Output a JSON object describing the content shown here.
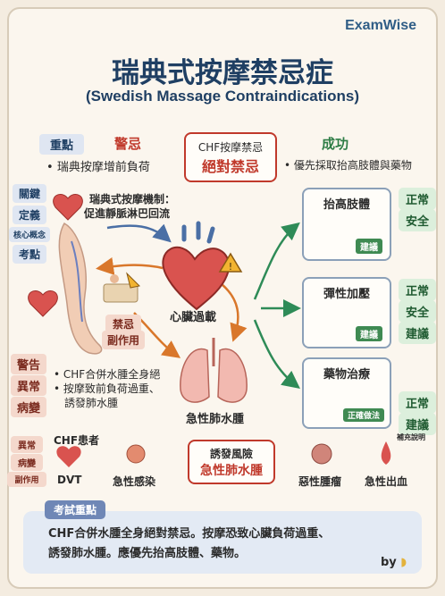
{
  "brand": "ExamWise",
  "title": "瑞典式按摩禁忌症",
  "subtitle": "(Swedish Massage Contraindications)",
  "top": {
    "key_point_tag": "重點",
    "warning_title": "警忌",
    "warning_item": "瑞典按摩增前負荷",
    "center_line1": "CHF按摩禁忌",
    "center_line2": "絕對禁忌",
    "success_title": "成功",
    "success_item": "優先採取抬高肢體與藥物"
  },
  "left_tags": [
    "關鍵",
    "定義",
    "核心概念",
    "考點"
  ],
  "mechanism": {
    "line1": "瑞典式按摩機制：",
    "line2": "促進靜脈淋巴回流"
  },
  "contra_tag": "禁忌",
  "side_tag": "副作用",
  "heart_label": "心臟過載",
  "lung_label": "急性肺水腫",
  "warn_tags": [
    "警告",
    "異常",
    "病變"
  ],
  "warn_bullets": [
    "CHF合併水腫全身絕",
    "按摩致前負荷過重、",
    "誘發肺水腫"
  ],
  "right_cards": [
    {
      "title": "抬高肢體",
      "badge": "建議",
      "side": [
        "正常",
        "安全"
      ]
    },
    {
      "title": "彈性加壓",
      "badge": "建議",
      "side": [
        "正常",
        "安全",
        "建議"
      ]
    },
    {
      "title": "藥物治療",
      "badge": "正確做法",
      "side": [
        "正常",
        "建議"
      ],
      "note": "補充說明"
    }
  ],
  "lower_tags": [
    "異常",
    "病變",
    "副作用"
  ],
  "chf_patient": "CHF患者",
  "risk": {
    "line1": "誘發風險",
    "line2": "急性肺水腫"
  },
  "conditions": [
    "DVT",
    "急性感染",
    "惡性腫瘤",
    "急性出血"
  ],
  "exam": {
    "tag": "考試重點",
    "line1": "CHF合併水腫全身絕對禁忌。按摩恐致心臟負荷過重、",
    "line2": "誘發肺水腫。應優先抬高肢體、藥物。"
  },
  "byline": "by"
}
